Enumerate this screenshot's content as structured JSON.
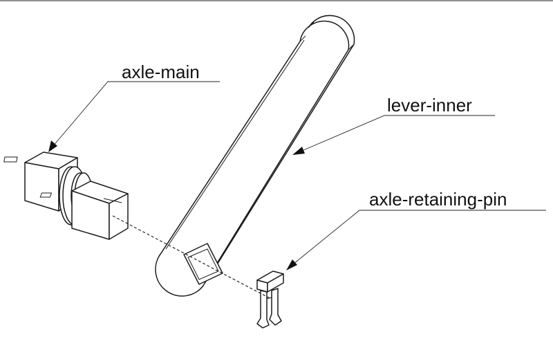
{
  "labels": {
    "axle_main": "axle-main",
    "lever_inner": "lever-inner",
    "axle_retaining_pin": "axle-retaining-pin"
  },
  "colors": {
    "line": "#1a1a1a",
    "background": "#ffffff"
  }
}
